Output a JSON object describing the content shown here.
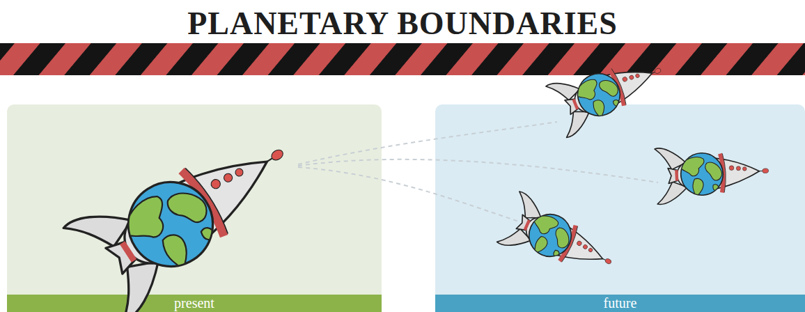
{
  "diagram": {
    "title": "PLANETARY BOUNDARIES",
    "nodes": [
      {
        "text": [
          "present"
        ]
      },
      {
        "text": [
          "future"
        ]
      }
    ]
  }
}
